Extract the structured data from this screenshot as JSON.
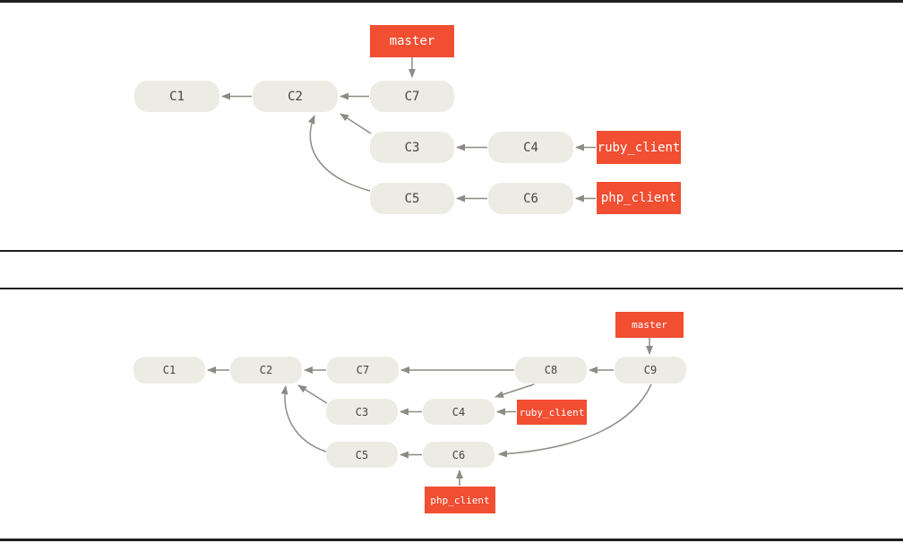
{
  "colors": {
    "page_background": "#ffffff",
    "separator_rule": "#1f1f1f",
    "branch_label_background": "#f14e32",
    "branch_label_text": "#ffffff",
    "commit_node_fill": "#edece4",
    "commit_node_text": "#47443d",
    "arrow": "#8d8b85"
  },
  "figure1": {
    "description": "git-graph-before-merge",
    "branches": {
      "master": "master",
      "ruby": "ruby_client",
      "php": "php_client"
    },
    "commits": {
      "c1": "C1",
      "c2": "C2",
      "c3": "C3",
      "c4": "C4",
      "c5": "C5",
      "c6": "C6",
      "c7": "C7"
    },
    "edges": [
      "master->C7",
      "C2->C1",
      "C7->C2",
      "C3->C2",
      "C5->C2",
      "C4->C3",
      "ruby_client->C4",
      "C6->C5",
      "php_client->C6"
    ]
  },
  "figure2": {
    "description": "git-graph-after-merges",
    "branches": {
      "master": "master",
      "ruby": "ruby_client",
      "php": "php_client"
    },
    "commits": {
      "c1": "C1",
      "c2": "C2",
      "c3": "C3",
      "c4": "C4",
      "c5": "C5",
      "c6": "C6",
      "c7": "C7",
      "c8": "C8",
      "c9": "C9"
    },
    "edges": [
      "master->C9",
      "C2->C1",
      "C7->C2",
      "C8->C7",
      "C9->C8",
      "C8->C4",
      "C4->C3",
      "ruby_client->C4",
      "C3->C2",
      "C5->C2",
      "C6->C5",
      "php_client->C6",
      "C9->C6"
    ]
  }
}
